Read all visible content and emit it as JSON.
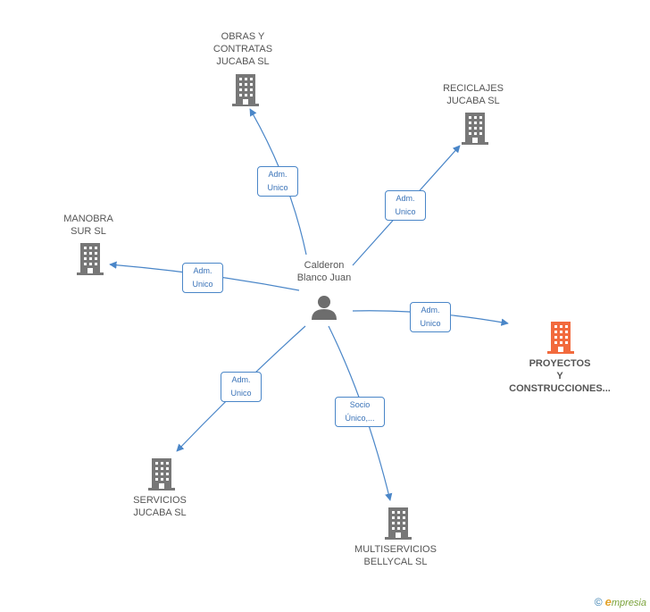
{
  "center": {
    "name": "Calderon\nBlanco Juan",
    "icon": "person-icon"
  },
  "colors": {
    "edge": "#4a86c8",
    "building": "#777777",
    "focus_building": "#f26a3d",
    "person": "#6d6d6d"
  },
  "nodes": [
    {
      "id": "obras",
      "label": "OBRAS Y\nCONTRATAS\nJUCABA  SL",
      "icon": "building-icon",
      "focus": false,
      "relation": "Adm.\nUnico"
    },
    {
      "id": "reciclajes",
      "label": "RECICLAJES\nJUCABA  SL",
      "icon": "building-icon",
      "focus": false,
      "relation": "Adm.\nUnico"
    },
    {
      "id": "manobra",
      "label": "MANOBRA\nSUR SL",
      "icon": "building-icon",
      "focus": false,
      "relation": "Adm.\nUnico"
    },
    {
      "id": "proyectos",
      "label": "PROYECTOS\nY\nCONSTRUCCIONES...",
      "icon": "building-icon",
      "focus": true,
      "relation": "Adm.\nUnico"
    },
    {
      "id": "servicios",
      "label": "SERVICIOS\nJUCABA SL",
      "icon": "building-icon",
      "focus": false,
      "relation": "Adm.\nUnico"
    },
    {
      "id": "multiservicios",
      "label": "MULTISERVICIOS\nBELLYCAL SL",
      "icon": "building-icon",
      "focus": false,
      "relation": "Socio\nÚnico,..."
    }
  ],
  "footer": {
    "copyright": "©",
    "brand_initial": "e",
    "brand_rest": "mpresia"
  }
}
